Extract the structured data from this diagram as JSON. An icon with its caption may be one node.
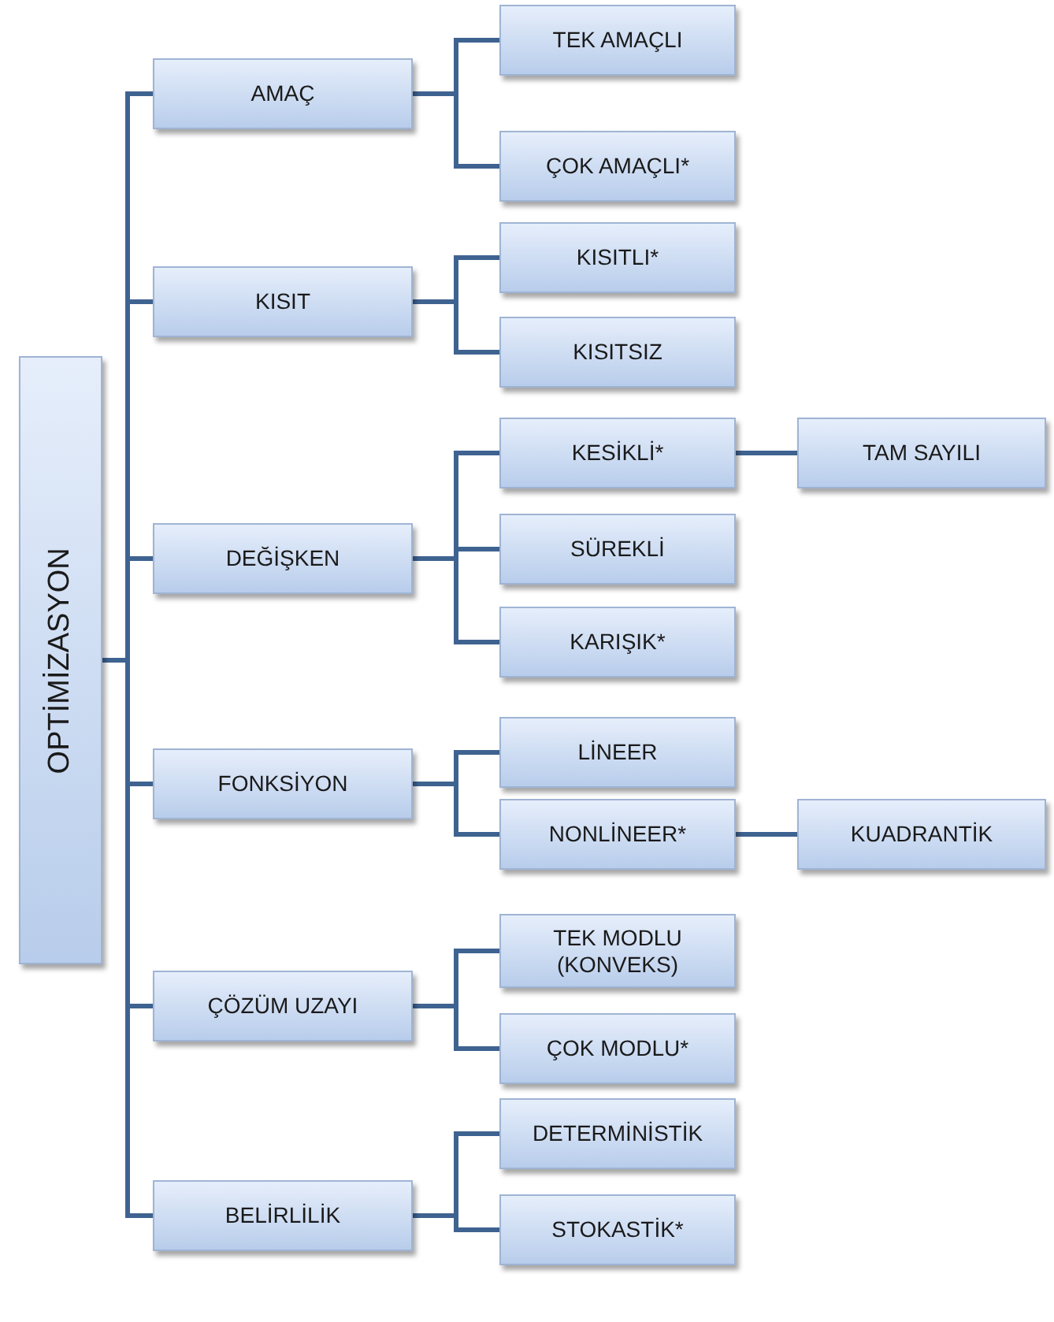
{
  "diagram": {
    "nodes": [
      {
        "text": [
          "OPTİMİZASYON"
        ]
      },
      {
        "text": [
          "AMAÇ"
        ]
      },
      {
        "text": [
          "TEK AMAÇLI"
        ]
      },
      {
        "text": [
          "ÇOK AMAÇLI*"
        ]
      },
      {
        "text": [
          "KISIT"
        ]
      },
      {
        "text": [
          "KISITLI*"
        ]
      },
      {
        "text": [
          "KISITSIZ"
        ]
      },
      {
        "text": [
          "DEĞİŞKEN"
        ]
      },
      {
        "text": [
          "KESİKLİ*"
        ]
      },
      {
        "text": [
          "TAM SAYILI"
        ]
      },
      {
        "text": [
          "SÜREKLİ"
        ]
      },
      {
        "text": [
          "KARIŞIK*"
        ]
      },
      {
        "text": [
          "FONKSİYON"
        ]
      },
      {
        "text": [
          "LİNEER"
        ]
      },
      {
        "text": [
          "NONLİNEER*"
        ]
      },
      {
        "text": [
          "KUADRANTİK"
        ]
      },
      {
        "text": [
          "ÇÖZÜM UZAYI"
        ]
      },
      {
        "text": [
          "TEK MODLU (KONVEKS)"
        ]
      },
      {
        "text": [
          "ÇOK MODLU*"
        ]
      },
      {
        "text": [
          "BELİRLİLİK"
        ]
      },
      {
        "text": [
          "DETERMİNİSTİK"
        ]
      },
      {
        "text": [
          "STOKASTİK*"
        ]
      }
    ],
    "edges": [
      {
        "from": 0,
        "to": 1,
        "arrow": "none"
      },
      {
        "from": 0,
        "to": 4,
        "arrow": "none"
      },
      {
        "from": 0,
        "to": 7,
        "arrow": "none"
      },
      {
        "from": 0,
        "to": 12,
        "arrow": "none"
      },
      {
        "from": 0,
        "to": 16,
        "arrow": "none"
      },
      {
        "from": 0,
        "to": 19,
        "arrow": "none"
      },
      {
        "from": 1,
        "to": 2,
        "arrow": "none"
      },
      {
        "from": 1,
        "to": 3,
        "arrow": "none"
      },
      {
        "from": 4,
        "to": 5,
        "arrow": "none"
      },
      {
        "from": 4,
        "to": 6,
        "arrow": "none"
      },
      {
        "from": 7,
        "to": 8,
        "arrow": "none"
      },
      {
        "from": 7,
        "to": 10,
        "arrow": "none"
      },
      {
        "from": 7,
        "to": 11,
        "arrow": "none"
      },
      {
        "from": 8,
        "to": 9,
        "arrow": "none"
      },
      {
        "from": 12,
        "to": 13,
        "arrow": "none"
      },
      {
        "from": 12,
        "to": 14,
        "arrow": "none"
      },
      {
        "from": 14,
        "to": 15,
        "arrow": "none"
      },
      {
        "from": 16,
        "to": 17,
        "arrow": "none"
      },
      {
        "from": 16,
        "to": 18,
        "arrow": "none"
      },
      {
        "from": 19,
        "to": 20,
        "arrow": "none"
      },
      {
        "from": 19,
        "to": 21,
        "arrow": "none"
      }
    ]
  }
}
